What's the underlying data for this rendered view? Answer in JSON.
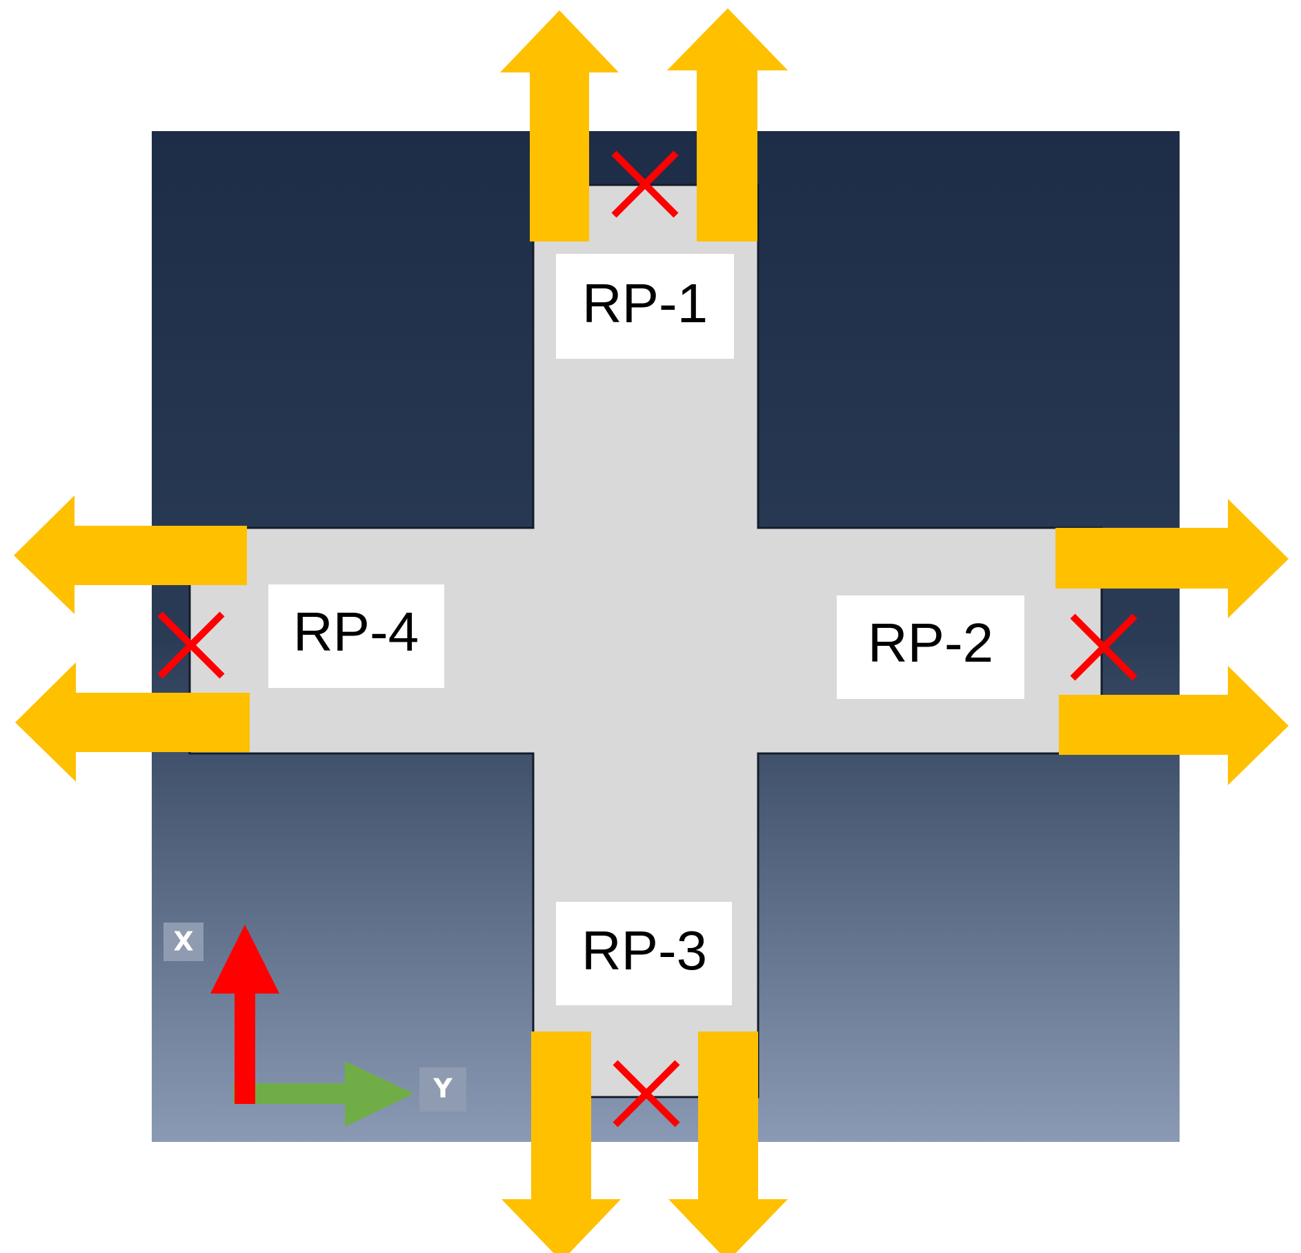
{
  "colors": {
    "viewport_top": "#1e2d47",
    "viewport_mid": "#2a3b55",
    "viewport_bottom": "#8a9ab5",
    "specimen": "#d9d9d9",
    "arrow": "#ffc000",
    "constraint": "#ff0000",
    "axis_x": "#ff0000",
    "axis_y": "#70ad47",
    "label_box": "#ffffff",
    "axis_tag_box": "#8f9bb0"
  },
  "reference_points": [
    {
      "id": "rp1",
      "label": "RP-1"
    },
    {
      "id": "rp2",
      "label": "RP-2"
    },
    {
      "id": "rp3",
      "label": "RP-3"
    },
    {
      "id": "rp4",
      "label": "RP-4"
    }
  ],
  "axes": {
    "x_label": "X",
    "y_label": "Y"
  },
  "icons": {
    "load_arrow": "double-shaft-arrow",
    "constraint": "x-mark"
  }
}
